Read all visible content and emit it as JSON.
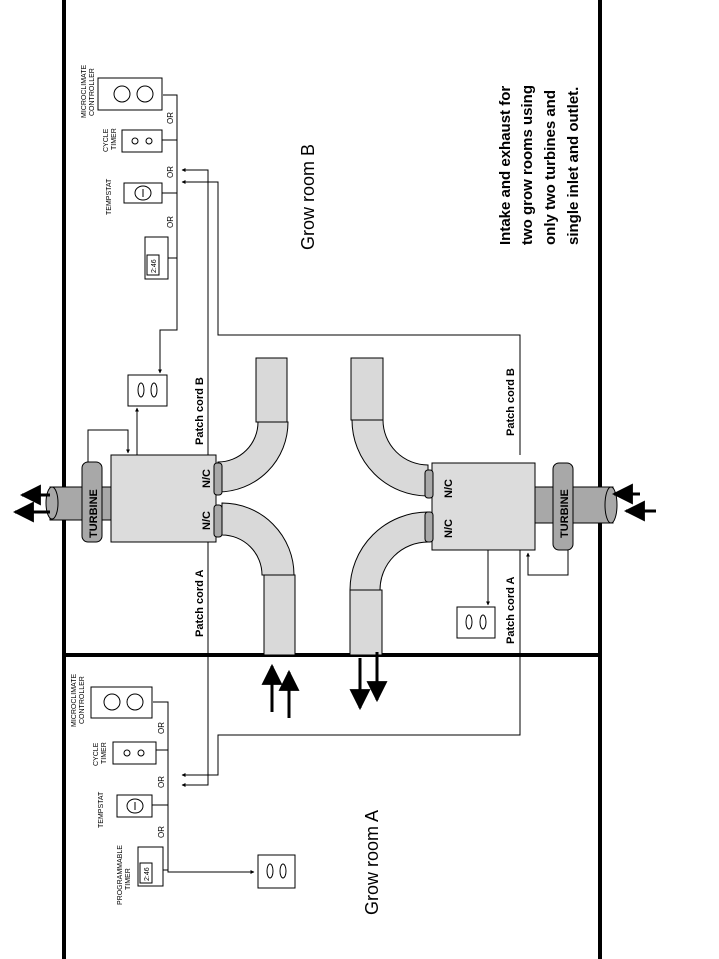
{
  "title_lines": [
    "Intake and exhaust for",
    "two grow rooms using",
    "only two turbines and",
    "single inlet and outlet."
  ],
  "room_b": {
    "label": "Grow room B",
    "microclimate": [
      "MICROCLIMATE",
      "CONTROLLER"
    ],
    "cycle_timer": [
      "CYCLE",
      "TIMER"
    ],
    "tempstat": "TEMPSTAT",
    "timer_display": "2:46",
    "or_labels": [
      "OR",
      "OR",
      "OR"
    ]
  },
  "room_a": {
    "label": "Grow room A",
    "microclimate": [
      "MICROCLIMATE",
      "CONTROLLER"
    ],
    "cycle_timer": [
      "CYCLE",
      "TIMER"
    ],
    "tempstat": "TEMPSTAT",
    "programmable_timer": [
      "PROGRAMMABLE",
      "TIMER"
    ],
    "timer_display": "2:46",
    "or_labels": [
      "OR",
      "OR",
      "OR"
    ]
  },
  "turbine_label": "TURBINE",
  "port_label": "N/C",
  "patch_cord_a": "Patch cord A",
  "patch_cord_b": "Patch cord B",
  "colors": {
    "duct": "#d9d9d9",
    "turbine": "#a8a8a8",
    "housing": "#dcdcdc"
  }
}
